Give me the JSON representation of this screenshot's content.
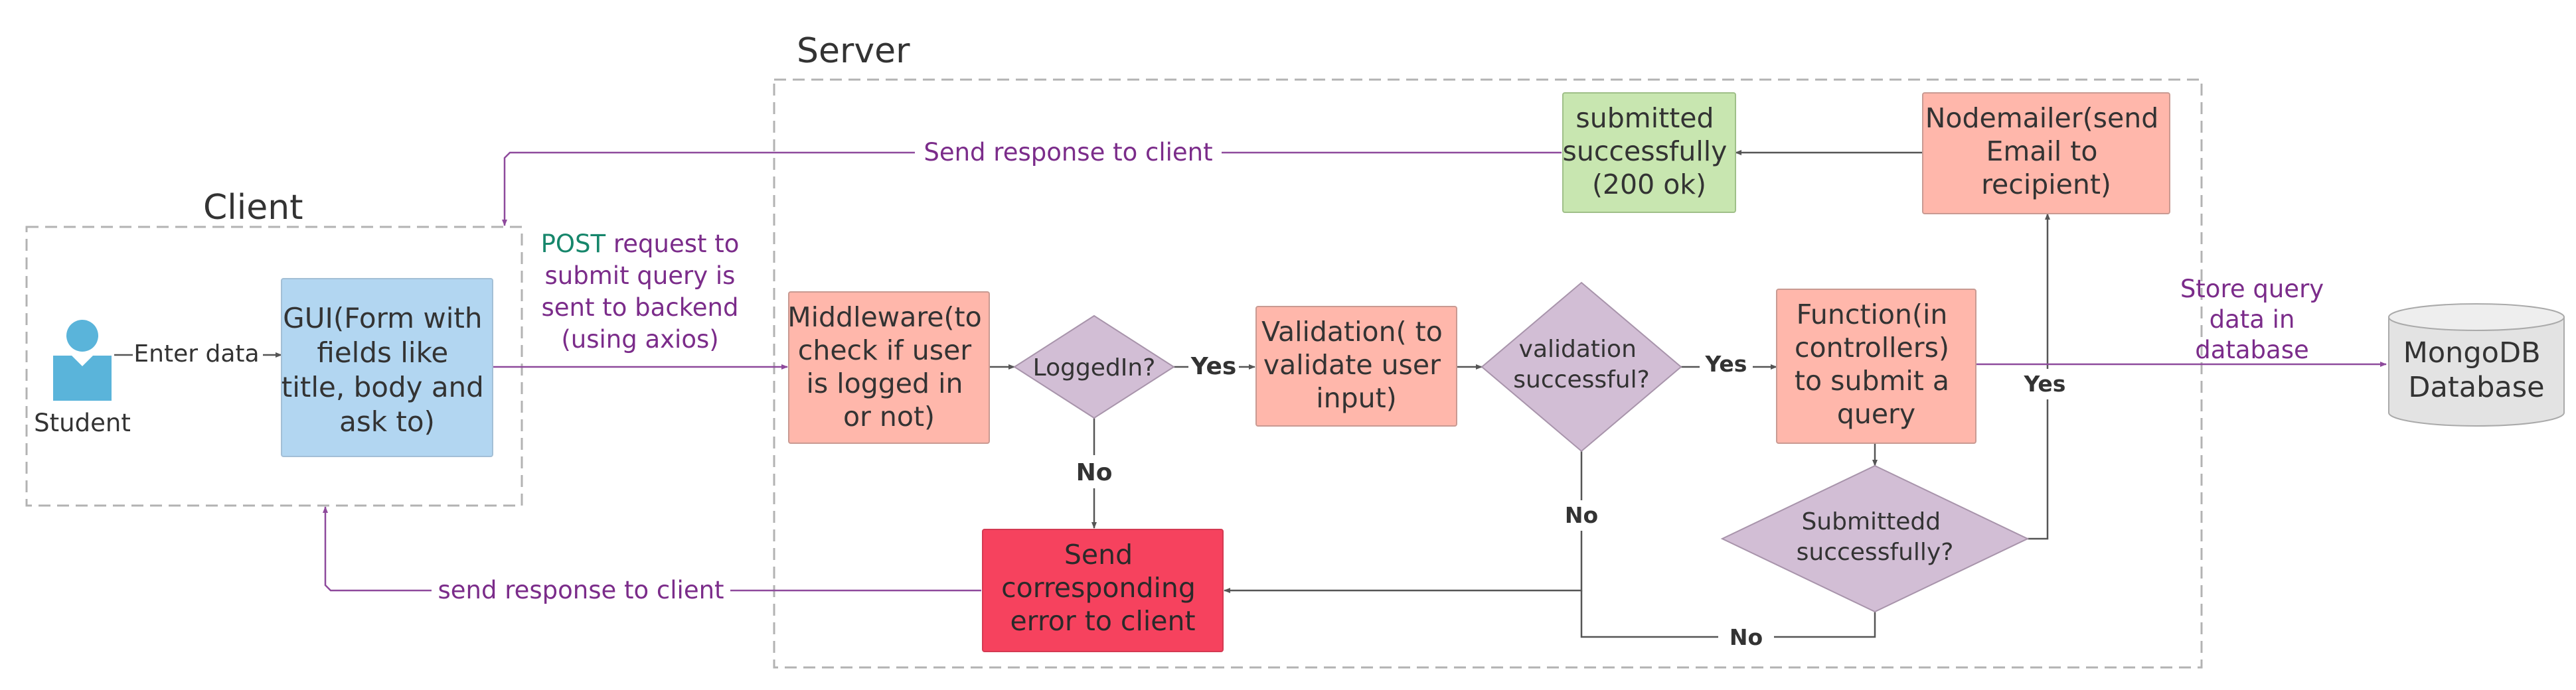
{
  "groups": {
    "server": "Server",
    "client": "Client"
  },
  "actor": {
    "label": "Student"
  },
  "nodes": {
    "gui": [
      "GUI(Form with",
      "fields like",
      "title, body and",
      "ask to)"
    ],
    "middleware": [
      "Middleware(to",
      "check if user",
      "is logged in",
      "or not)"
    ],
    "logged_in": [
      "LoggedIn?"
    ],
    "validation": [
      "Validation( to",
      "validate user",
      "input)"
    ],
    "validation_ok": [
      "validation",
      "successful?"
    ],
    "function": [
      "Function(in",
      "controllers)",
      "to submit a",
      "query"
    ],
    "submitted_ok": [
      "Submittedd",
      "successfully?"
    ],
    "nodemailer": [
      "Nodemailer(send",
      "Email to",
      "recipient)"
    ],
    "submitted": [
      "submitted",
      "successfully",
      "(200 ok)"
    ],
    "send_error": [
      "Send",
      "corresponding",
      "error to client"
    ],
    "mongodb": [
      "MongoDB",
      "Database"
    ]
  },
  "edge_labels": {
    "enter_data": "Enter data",
    "post_keyword": "POST",
    "post_line1_rest": " request to",
    "post_lines": [
      "submit query is",
      "sent to backend",
      "(using axios)"
    ],
    "send_response_top": "Send response to client",
    "send_response_bottom": "send response to client",
    "store_query": [
      "Store query",
      "data in",
      "database"
    ],
    "yes_logged": "Yes",
    "no_logged": "No",
    "yes_validation": "Yes",
    "no_validation": "No",
    "yes_submitted": "Yes",
    "no_submitted": "No"
  },
  "colors": {
    "salmon": "#ffb7ab",
    "blue": "#b2d6f1",
    "green": "#c8e6b0",
    "purple_diamond": "#d2bed5",
    "red": "#f6425e",
    "db": "#e3e3e3",
    "edge_purple": "#7b2c8a",
    "edge_green": "#16866b",
    "edge_gray": "#555555",
    "actor": "#5ab4da"
  }
}
